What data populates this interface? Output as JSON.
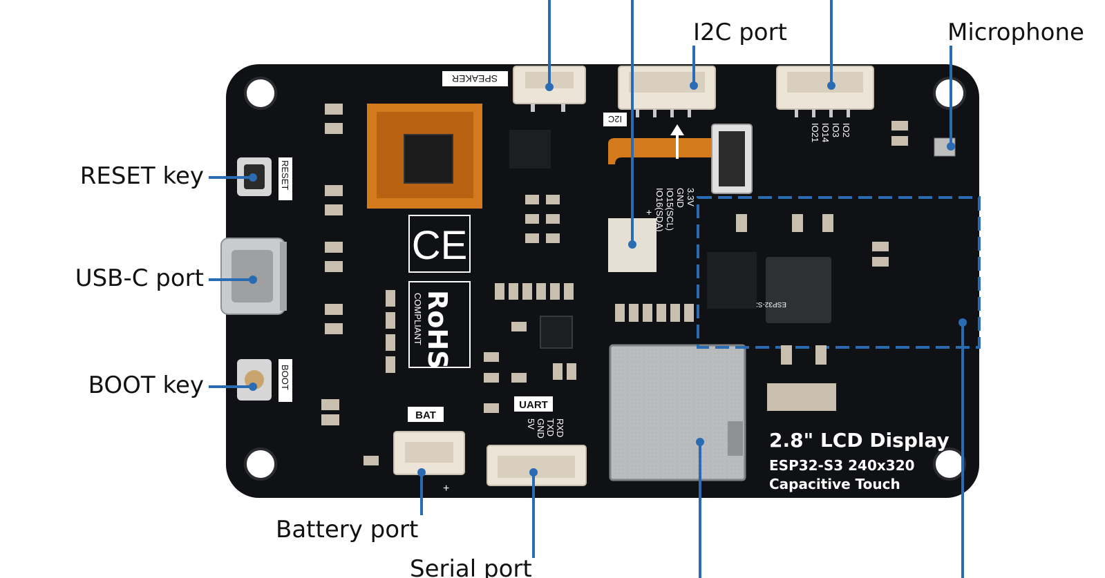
{
  "callouts": {
    "reset_key": "RESET key",
    "usb_c_port": "USB-C port",
    "boot_key": "BOOT key",
    "i2c_port": "I2C port",
    "microphone": "Microphone",
    "battery_port": "Battery port",
    "serial_port": "Serial port"
  },
  "board": {
    "silkscreen": {
      "speaker": "SPEAKER",
      "i2c": "I2C",
      "reset": "RESET",
      "boot": "BOOT",
      "bat": "BAT",
      "uart": "UART",
      "uart_pins": [
        "RXD",
        "TXD",
        "GND",
        "5V"
      ],
      "io_pins": [
        "IO2",
        "IO3",
        "IO14",
        "IO21"
      ],
      "i2c_pins": [
        "3.3V",
        "GND",
        "IO15(SCL)",
        "IO16(SDA)"
      ],
      "plus": "+"
    },
    "logos": {
      "ce": "CE",
      "rohs": "RoHS",
      "rohs_sub": "COMPLIANT"
    },
    "module": {
      "name": "ESP32-S3"
    },
    "product": {
      "title": "2.8\" LCD Display",
      "line1": "ESP32-S3  240x320",
      "line2": "Capacitive Touch"
    }
  },
  "colors": {
    "pcb": "#101114",
    "leader": "#2a6cb4",
    "connector": "#ece4d6",
    "flex": "#d27a1c"
  }
}
